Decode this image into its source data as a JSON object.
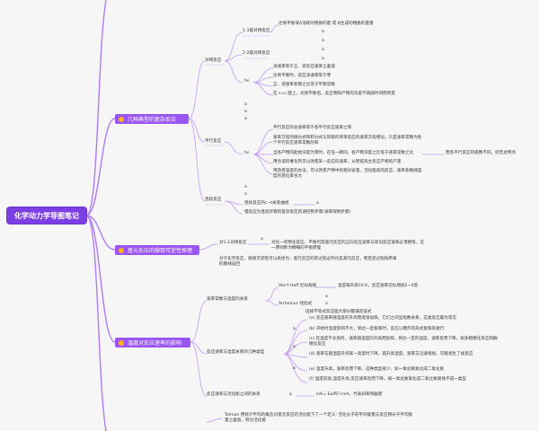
{
  "root": {
    "title": "化学动力学导图笔记"
  },
  "main_topics": [
    {
      "label": "几种典型的复杂反应"
    },
    {
      "label": "基元反应的微观可逆性原理"
    },
    {
      "label": "温度对反应速率的影响"
    }
  ],
  "sections": {
    "t1": {
      "opposing": {
        "label": "对峙反应",
        "n11": "1-1级对峙反应",
        "n11_text": "达到平衡或A消耗的物质的量 或 B生成的物质的量量",
        "n22": "2-2级对峙反应",
        "bullet": "a",
        "hs_label": "hs",
        "hs_items": [
          "净速率等于正、逆反应速率之差值",
          "达到平衡时，反应净速率等于零",
          "正、逆速率系数之比等于平衡常数",
          "在 c=c 图上，达到平衡后，反应物和产物的浓度不再随时间而改变"
        ]
      },
      "parallel": {
        "label": "平行反应",
        "bullets": [
          "a",
          "a",
          "a"
        ],
        "hs_label": "hs",
        "items": [
          "平行反应的总速率等于各平行反应速率之和",
          "速率方程的微分式和积分式与同级的简单反应的速率方程相似，只是速率常数为各个平行反应速率常数的和",
          "当各产物的起始浓度为零时，在任一瞬间，各产物浓度之比等于速率常数之比",
          "用合适的催化剂可以改变某一反应的速率，从而提高主反应产物的产量",
          "用改变温度的办法，可以改变产物中的相对含量。活化能高的反应，速率系数随温度的变化率也大"
        ],
        "side_note": "若各平行反应的级数不同，则无此特点"
      },
      "consecutive": {
        "label": "连续反应",
        "bullet": "a",
        "line1": "连续反应的c~t关系曲线",
        "line1_tail": "a",
        "line2": "慢反应为连续步骤的复杂反应的速控制步骤(速率限制步骤)"
      }
    },
    "t2": {
      "label": "对1-1对峙反应",
      "bullet": "a",
      "text": "对任一的物化反应，平衡时其基元反应的正向反应速率与逆向反应速率必须相等，这一原则称为精细的平衡原理",
      "text2": "对于化学反应，微观可逆性可以表述为：基元反应的逆过程必然也是基元反应，而且逆过程按原来的路线返回"
    },
    "t3": {
      "temp_label": "速率常数与温度的关系",
      "vant_hoff": "Van't Hoff 近似规则",
      "vant_hoff_text": "温度每升高10 K，反应速率近似增加2~4倍",
      "arrhenius": "Arrhenius 经验式",
      "arrhenius_bullet": "a",
      "types_intro": "选择不等式反应图大部分都满足该式",
      "types_label": "反应速率与温度关系的几种类型",
      "types": [
        "(a) 反应速率随温度的升高而逐渐加快，它们之间呈指数关系，这类反应最为常见",
        "(b) 开始时温度影响不大，到达一定极限时，反应以爆炸的形式极快的进行",
        "(c) 在温度不太高时，速率随温度的升高而加快，到达一定的温度，速率反而下降。如多相催化反应和酶催化反应",
        "(d) 速率在随温度升到某一高度时下降，再升高温度，速率又迅速增加，可能发生了副反应",
        "(e) 温度升高，速率反而下降。这种类型很少，如一氧化氮氧化成二氧化氮",
        "(f) 温度较高,温度升高,反应速率反而下降，如一氧化氮氧化成二氧化氮腐蚀不成一类型"
      ],
      "ea_label": "反应速率与活化能之间的关系",
      "ea_bullet": "a",
      "ea_text": "lnK= Ea/RT+lnA，代表斜率和截距"
    },
    "t4": {
      "text": "Tolman 用统计平均的概念对基元反应的活化能下了一个定义: 活化分子的平均能量与反应物分子平均能量之差值，称为活化能"
    }
  }
}
